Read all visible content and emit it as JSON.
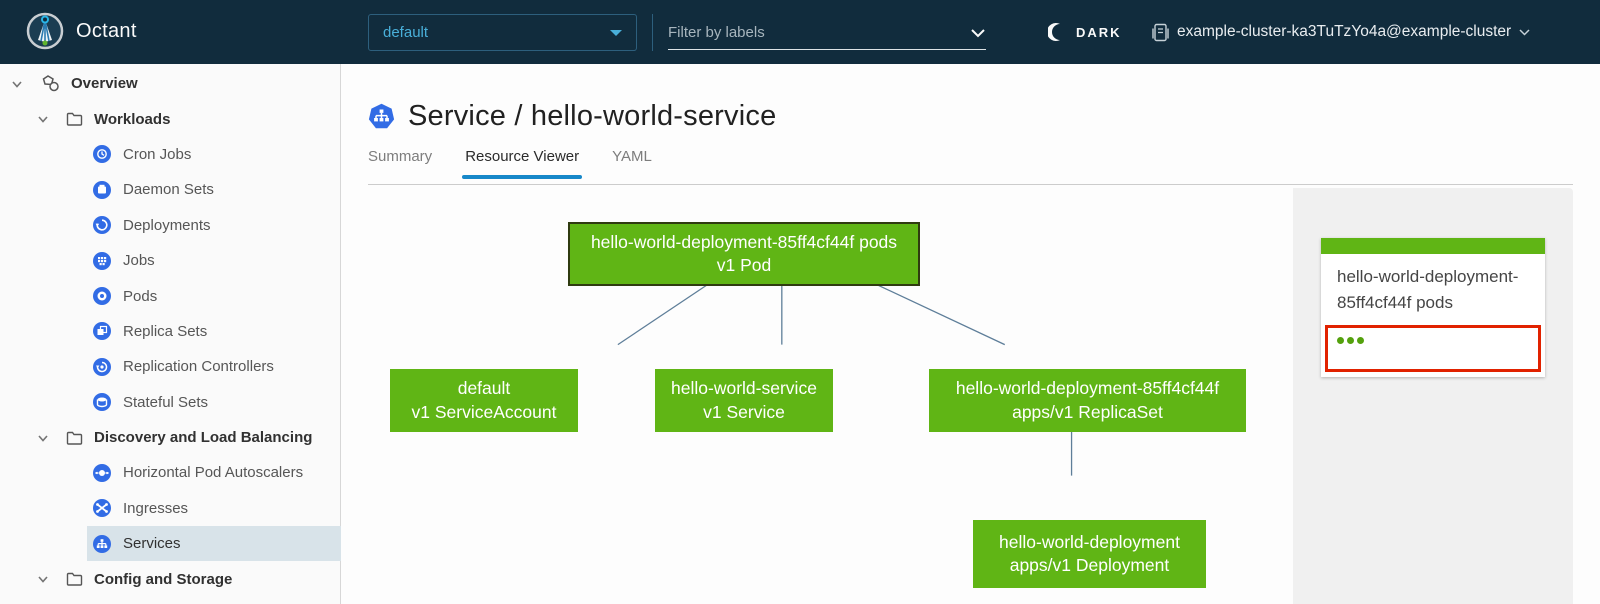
{
  "header": {
    "app_title": "Octant",
    "namespace_selector": {
      "value": "default"
    },
    "filter": {
      "placeholder": "Filter by labels"
    },
    "theme_toggle": {
      "label": "DARK"
    },
    "cluster": {
      "label": "example-cluster-ka3TuTzYo4a@example-cluster"
    }
  },
  "sidebar": {
    "items": [
      {
        "label": "Overview"
      },
      {
        "label": "Workloads"
      },
      {
        "label": "Cron Jobs"
      },
      {
        "label": "Daemon Sets"
      },
      {
        "label": "Deployments"
      },
      {
        "label": "Jobs"
      },
      {
        "label": "Pods"
      },
      {
        "label": "Replica Sets"
      },
      {
        "label": "Replication Controllers"
      },
      {
        "label": "Stateful Sets"
      },
      {
        "label": "Discovery and Load Balancing"
      },
      {
        "label": "Horizontal Pod Autoscalers"
      },
      {
        "label": "Ingresses"
      },
      {
        "label": "Services",
        "selected": true
      },
      {
        "label": "Config and Storage"
      }
    ]
  },
  "main": {
    "title": "Service / hello-world-service",
    "tabs": [
      {
        "label": "Summary"
      },
      {
        "label": "Resource Viewer",
        "active": true
      },
      {
        "label": "YAML"
      }
    ]
  },
  "graph": {
    "nodes": {
      "pod": {
        "name": "hello-world-deployment-85ff4cf44f pods",
        "kind": "v1 Pod",
        "selected": true
      },
      "serviceaccount": {
        "name": "default",
        "kind": "v1 ServiceAccount"
      },
      "service": {
        "name": "hello-world-service",
        "kind": "v1 Service"
      },
      "replicaset": {
        "name": "hello-world-deployment-85ff4cf44f",
        "kind": "apps/v1 ReplicaSet"
      },
      "deployment": {
        "name": "hello-world-deployment",
        "kind": "apps/v1 Deployment"
      }
    }
  },
  "detail_panel": {
    "card": {
      "title": "hello-world-deployment-85ff4cf44f pods",
      "status_dots": 3
    }
  },
  "colors": {
    "header_bg": "#112c3d",
    "accent_blue": "#49afd9",
    "k8s_icon_blue": "#326ce5",
    "node_green": "#60b515",
    "edge_blue_gray": "#5e7e99",
    "alert_red": "#e12200",
    "selected_row_bg": "#d8e3e9",
    "tab_underline": "#1788c9"
  }
}
